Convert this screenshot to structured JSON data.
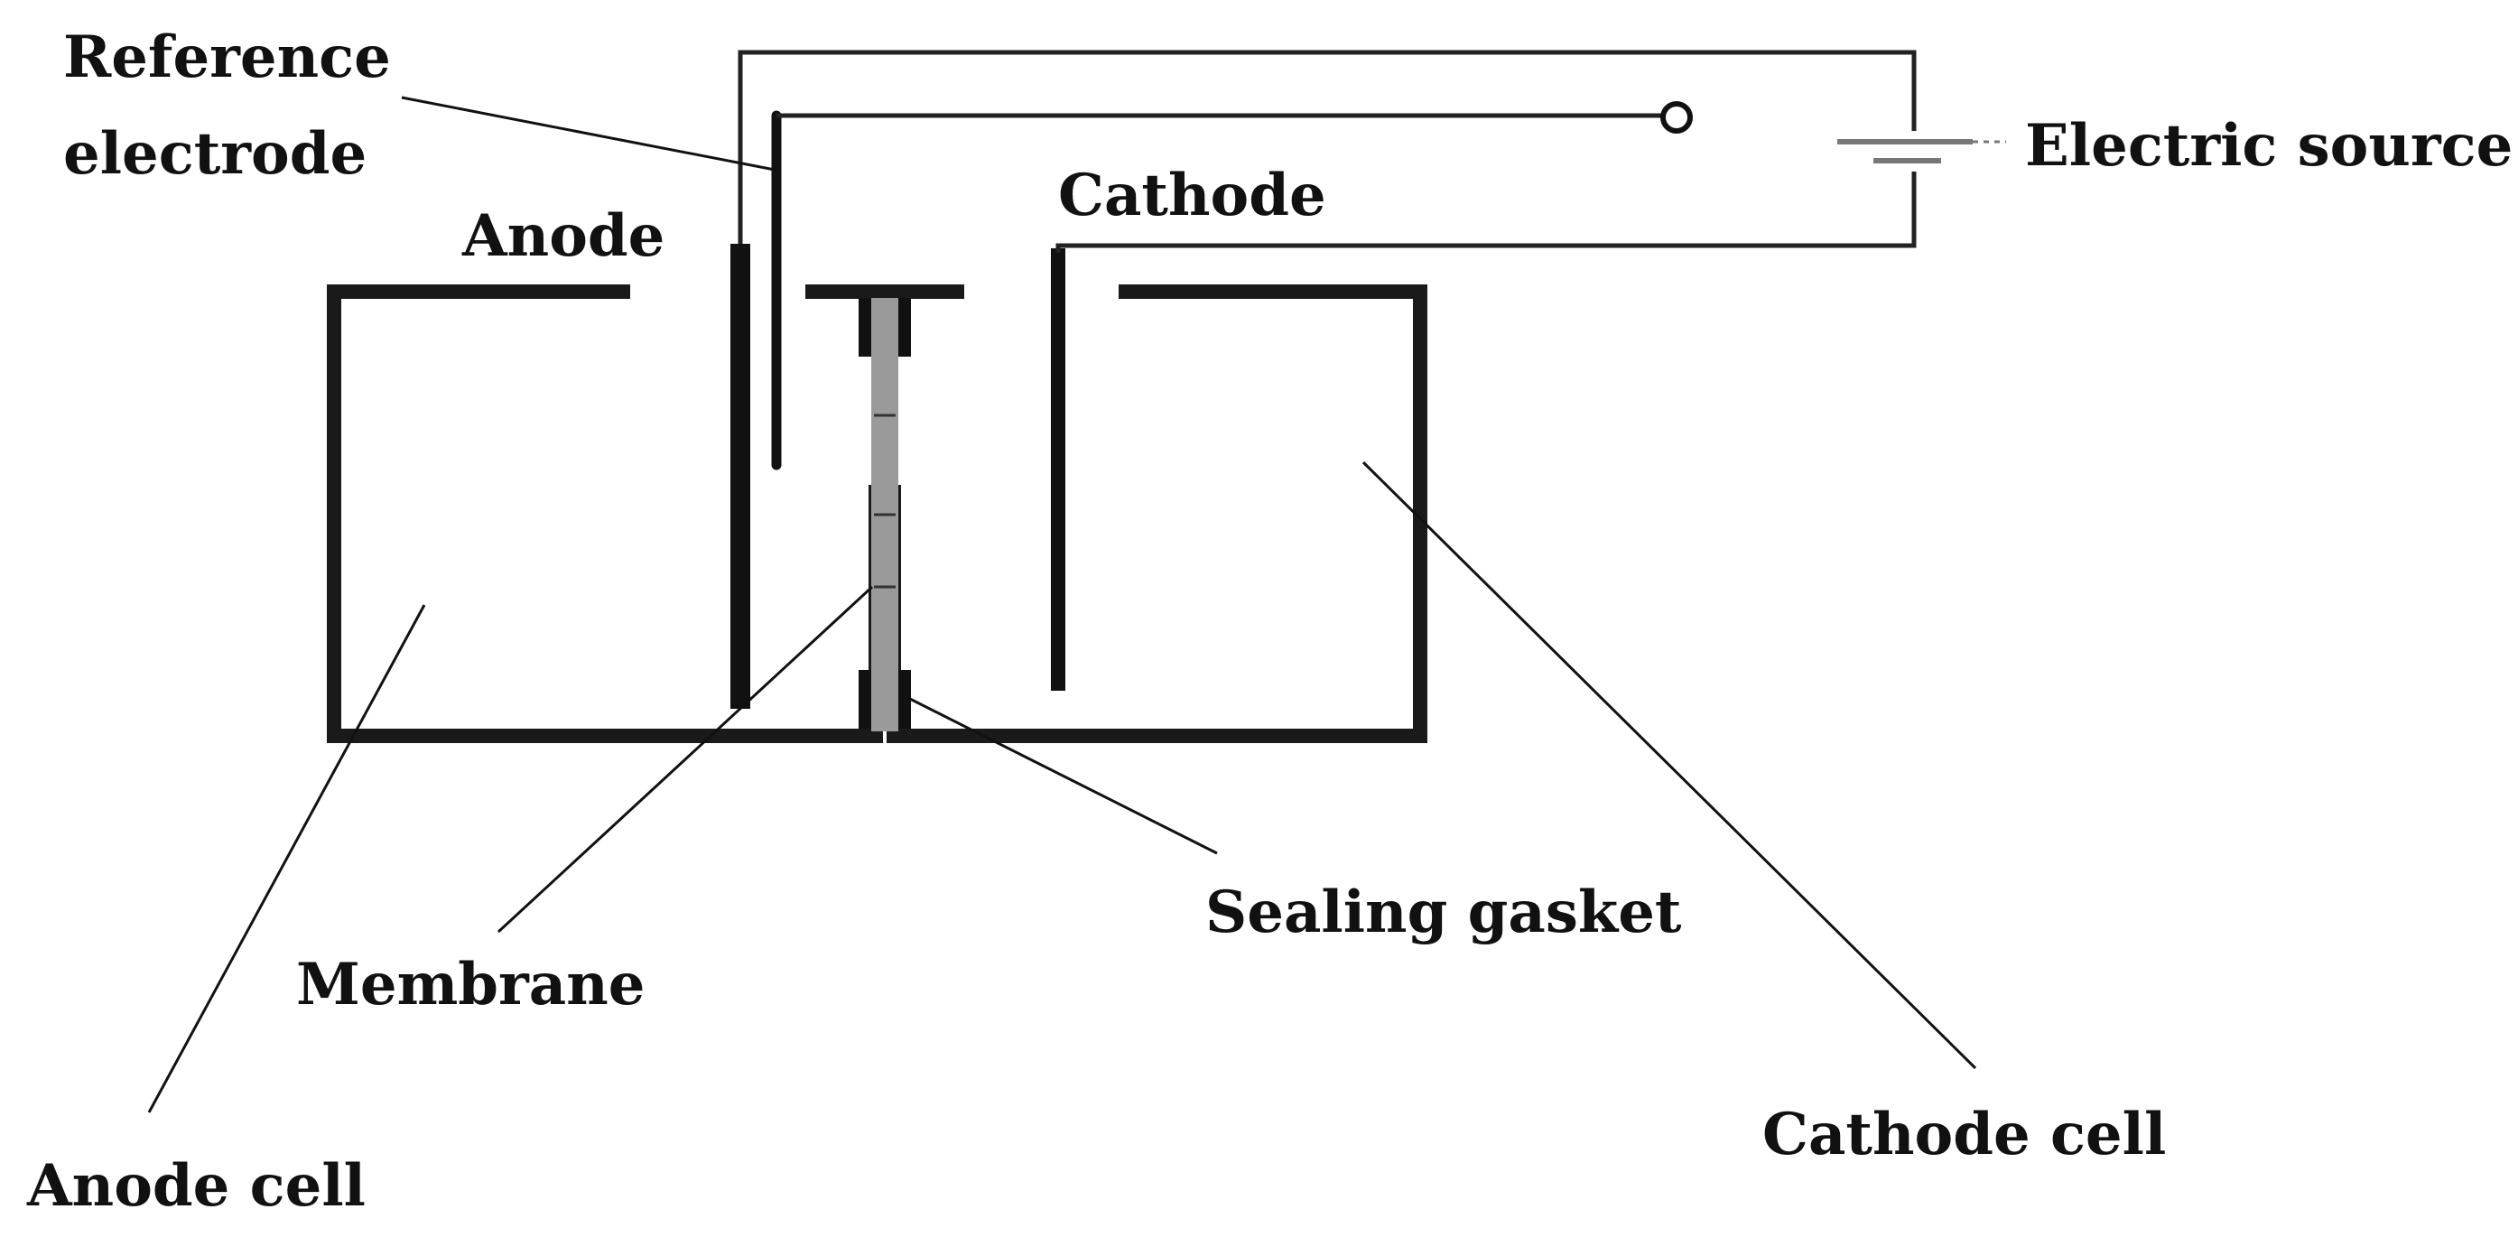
{
  "labels": {
    "reference_electrode_line1": "Reference",
    "reference_electrode_line2": "electrode",
    "anode": "Anode",
    "cathode": "Cathode",
    "electric_source": "Electric source",
    "sealing_gasket": "Sealing gasket",
    "membrane": "Membrane",
    "anode_cell": "Anode cell",
    "cathode_cell": "Cathode cell"
  },
  "colors": {
    "line": "#1a1a1a",
    "membrane_fill": "#9a9a9a",
    "background": "#ffffff"
  }
}
